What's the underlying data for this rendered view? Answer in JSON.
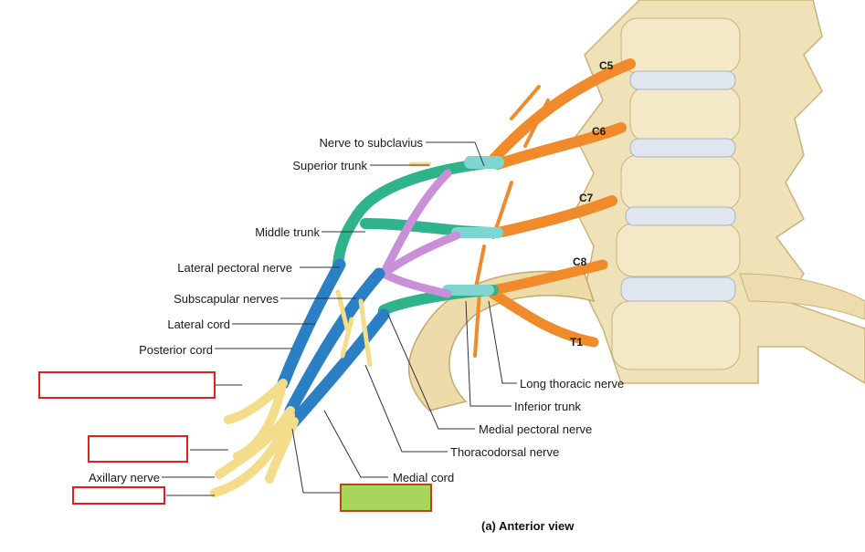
{
  "diagram": {
    "caption": "(a) Anterior view",
    "spinal_levels": [
      "C5",
      "C6",
      "C7",
      "C8",
      "T1"
    ],
    "labels_left": {
      "nerve_to_subclavius": "Nerve to subclavius",
      "superior_trunk": "Superior trunk",
      "middle_trunk": "Middle trunk",
      "lateral_pectoral_nerve": "Lateral pectoral nerve",
      "subscapular_nerves": "Subscapular nerves",
      "lateral_cord": "Lateral cord",
      "posterior_cord": "Posterior cord",
      "axillary_nerve": "Axillary nerve"
    },
    "labels_right": {
      "long_thoracic_nerve": "Long thoracic nerve",
      "inferior_trunk": "Inferior trunk",
      "medial_pectoral_nerve": "Medial pectoral nerve",
      "thoracodorsal_nerve": "Thoracodorsal nerve",
      "medial_cord": "Medial cord"
    },
    "answer_boxes": [
      {
        "id": "box-1",
        "style": "outline"
      },
      {
        "id": "box-2",
        "style": "outline"
      },
      {
        "id": "box-3",
        "style": "outline"
      },
      {
        "id": "box-4",
        "style": "filled"
      }
    ],
    "colors": {
      "roots": "#f08a2a",
      "trunks": "#2fb38a",
      "divisions": "#7fd6d0",
      "cords": "#2b7fc4",
      "posterior_divisions": "#c98fd8",
      "terminal_nerves": "#f3dc8a",
      "bone": "#efe2b8",
      "disc": "#dfe6ef",
      "box_outline": "#e0201b",
      "box_fill": "#a6d75a"
    }
  }
}
